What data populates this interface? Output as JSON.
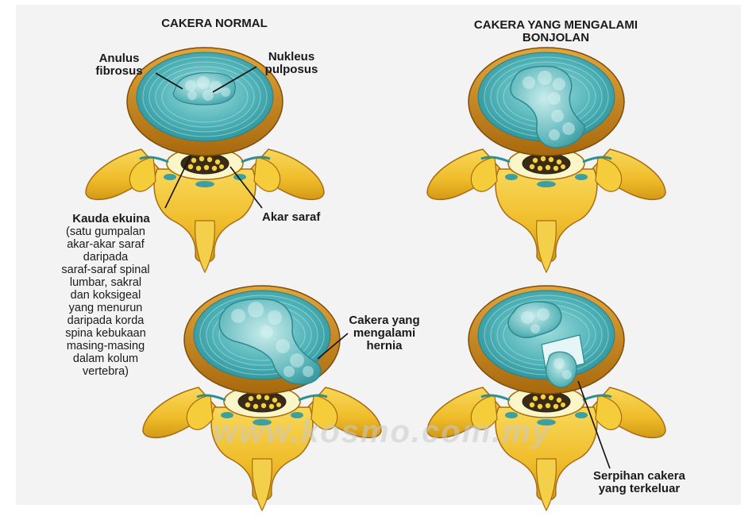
{
  "titles": {
    "normal": "CAKERA NORMAL",
    "bulging_line1": "CAKERA YANG MENGALAMI",
    "bulging_line2": "BONJOLAN"
  },
  "labels": {
    "anulus_line1": "Anulus",
    "anulus_line2": "fibrosus",
    "nukleus_line1": "Nukleus",
    "nukleus_line2": "pulposus",
    "akar_saraf": "Akar saraf",
    "kauda_title": "Kauda ekuina",
    "kauda_desc": [
      "(satu gumpalan",
      "akar-akar saraf",
      "daripada",
      "saraf-saraf spinal",
      "lumbar, sakral",
      "dan koksigeal",
      "yang menurun",
      "daripada korda",
      "spina kebukaan",
      "masing-masing",
      "dalam kolum",
      "vertebra)"
    ],
    "hernia_line1": "Cakera yang",
    "hernia_line2": "mengalami",
    "hernia_line3": "hernia",
    "serpihan_line1": "Serpihan cakera",
    "serpihan_line2": "yang terkeluar"
  },
  "watermark": "www.kosmo.com.my",
  "colors": {
    "disc": "#3fa7ae",
    "disc_light": "#8fd3d6",
    "bone": "#f2c230",
    "bone_dark": "#b07a10",
    "rim": "#c98a1c"
  }
}
